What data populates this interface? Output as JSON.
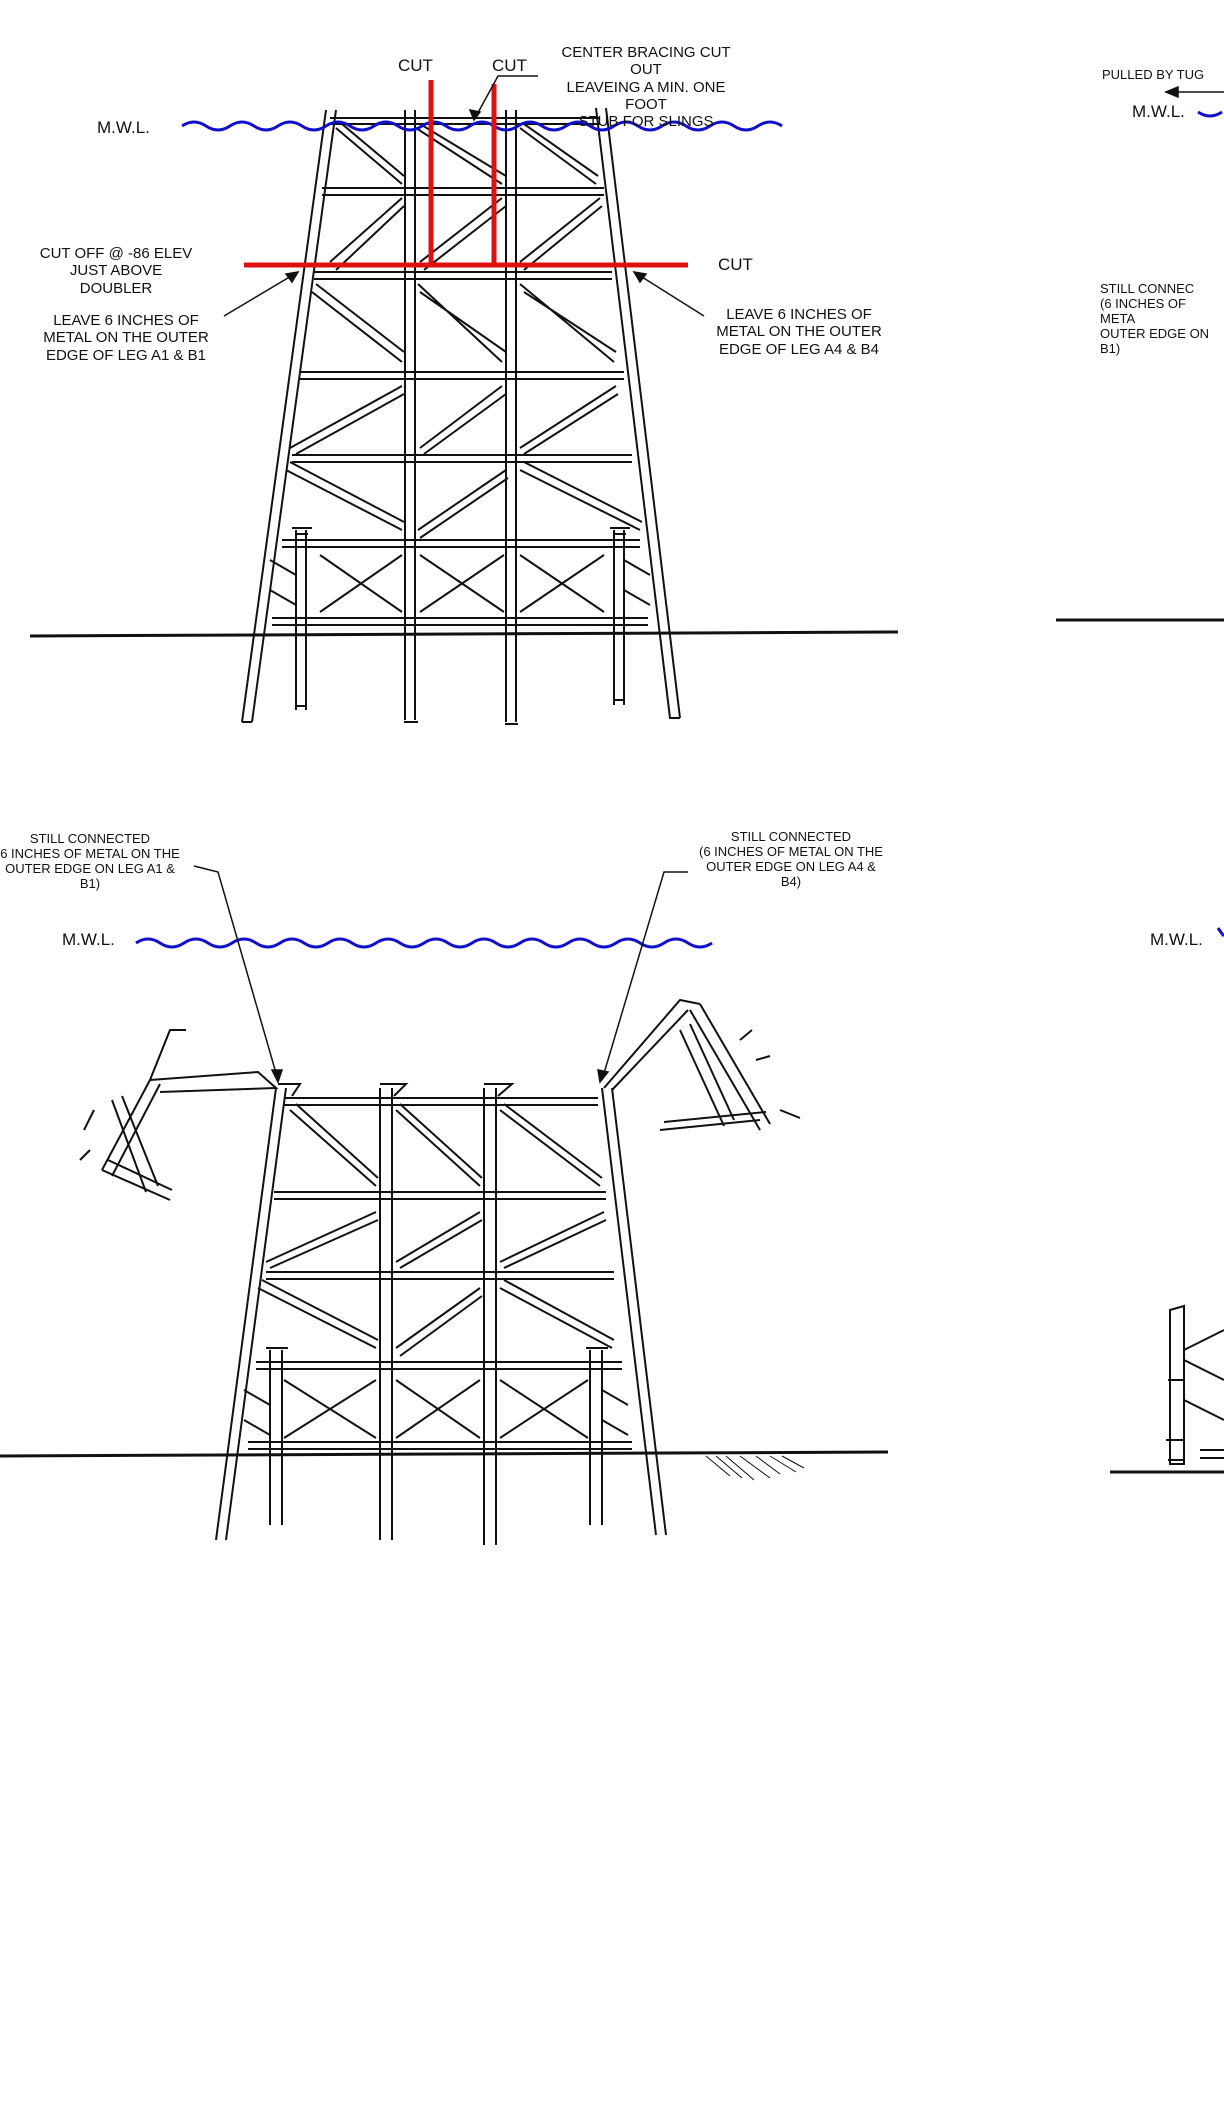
{
  "panel1": {
    "mwl": "M.W.L.",
    "cut_left": "CUT",
    "cut_mid": "CUT",
    "cut_right": "CUT",
    "center_bracing_note": "CENTER BRACING CUT OUT\nLEAVEING A MIN. ONE FOOT\nSTUB  FOR SLINGS",
    "cut_off_note": "CUT OFF @ -86 ELEV\nJUST ABOVE DOUBLER",
    "leave_left": "LEAVE 6 INCHES OF\nMETAL ON THE OUTER\nEDGE OF LEG A1 & B1",
    "leave_right": "LEAVE 6 INCHES OF\nMETAL ON THE OUTER\nEDGE OF LEG A4 & B4"
  },
  "panel2": {
    "pulled_by_tug": "PULLED BY TUG",
    "mwl": "M.W.L.",
    "still_connected": "STILL CONNEC\n(6 INCHES OF META\nOUTER EDGE ON\nB1)"
  },
  "panel3": {
    "mwl": "M.W.L.",
    "still_left": "STILL CONNECTED\n6 INCHES OF METAL ON THE\nOUTER EDGE ON LEG A1 &\nB1)",
    "still_right": "STILL CONNECTED\n(6 INCHES OF METAL ON THE\nOUTER EDGE ON LEG A4 &\nB4)"
  },
  "panel4": {
    "mwl": "M.W.L."
  },
  "colors": {
    "water": "#1010cc",
    "cut": "#e01010",
    "structure": "#111111"
  }
}
